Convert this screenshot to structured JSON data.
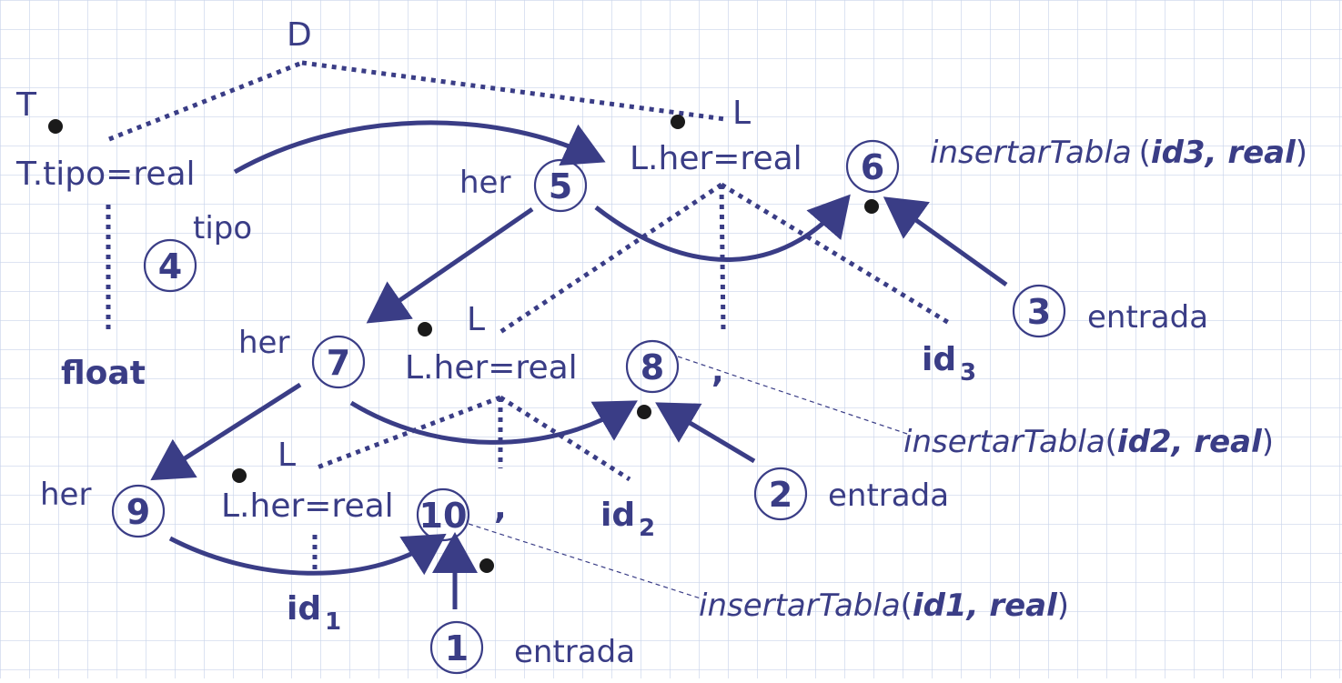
{
  "colors": {
    "ink": "#3a3d86",
    "grid": "#c9d4ea",
    "background": "#ffffff"
  },
  "labels": {
    "D": "D",
    "T": "T",
    "L_top": "L",
    "L_mid": "L",
    "L_bot": "L",
    "ttipo": "T.tipo=real",
    "lher_top": "L.her=real",
    "lher_mid": "L.her=real",
    "lher_bot": "L.her=real",
    "tipo": "tipo",
    "her5": "her",
    "her7": "her",
    "her9": "her",
    "float": "float",
    "id": "id",
    "sub1": "1",
    "sub2": "2",
    "sub3": "3",
    "comma": ",",
    "entrada": "entrada"
  },
  "steps": {
    "s1": "1",
    "s2": "2",
    "s3": "3",
    "s4": "4",
    "s5": "5",
    "s6": "6",
    "s7": "7",
    "s8": "8",
    "s9": "9",
    "s10": "10"
  },
  "actions": {
    "fn": "insertarTabla",
    "open": "(",
    "close": ")",
    "sep": ", ",
    "a1": "id1",
    "a2": "id2",
    "a3": "id3",
    "real": "real"
  }
}
